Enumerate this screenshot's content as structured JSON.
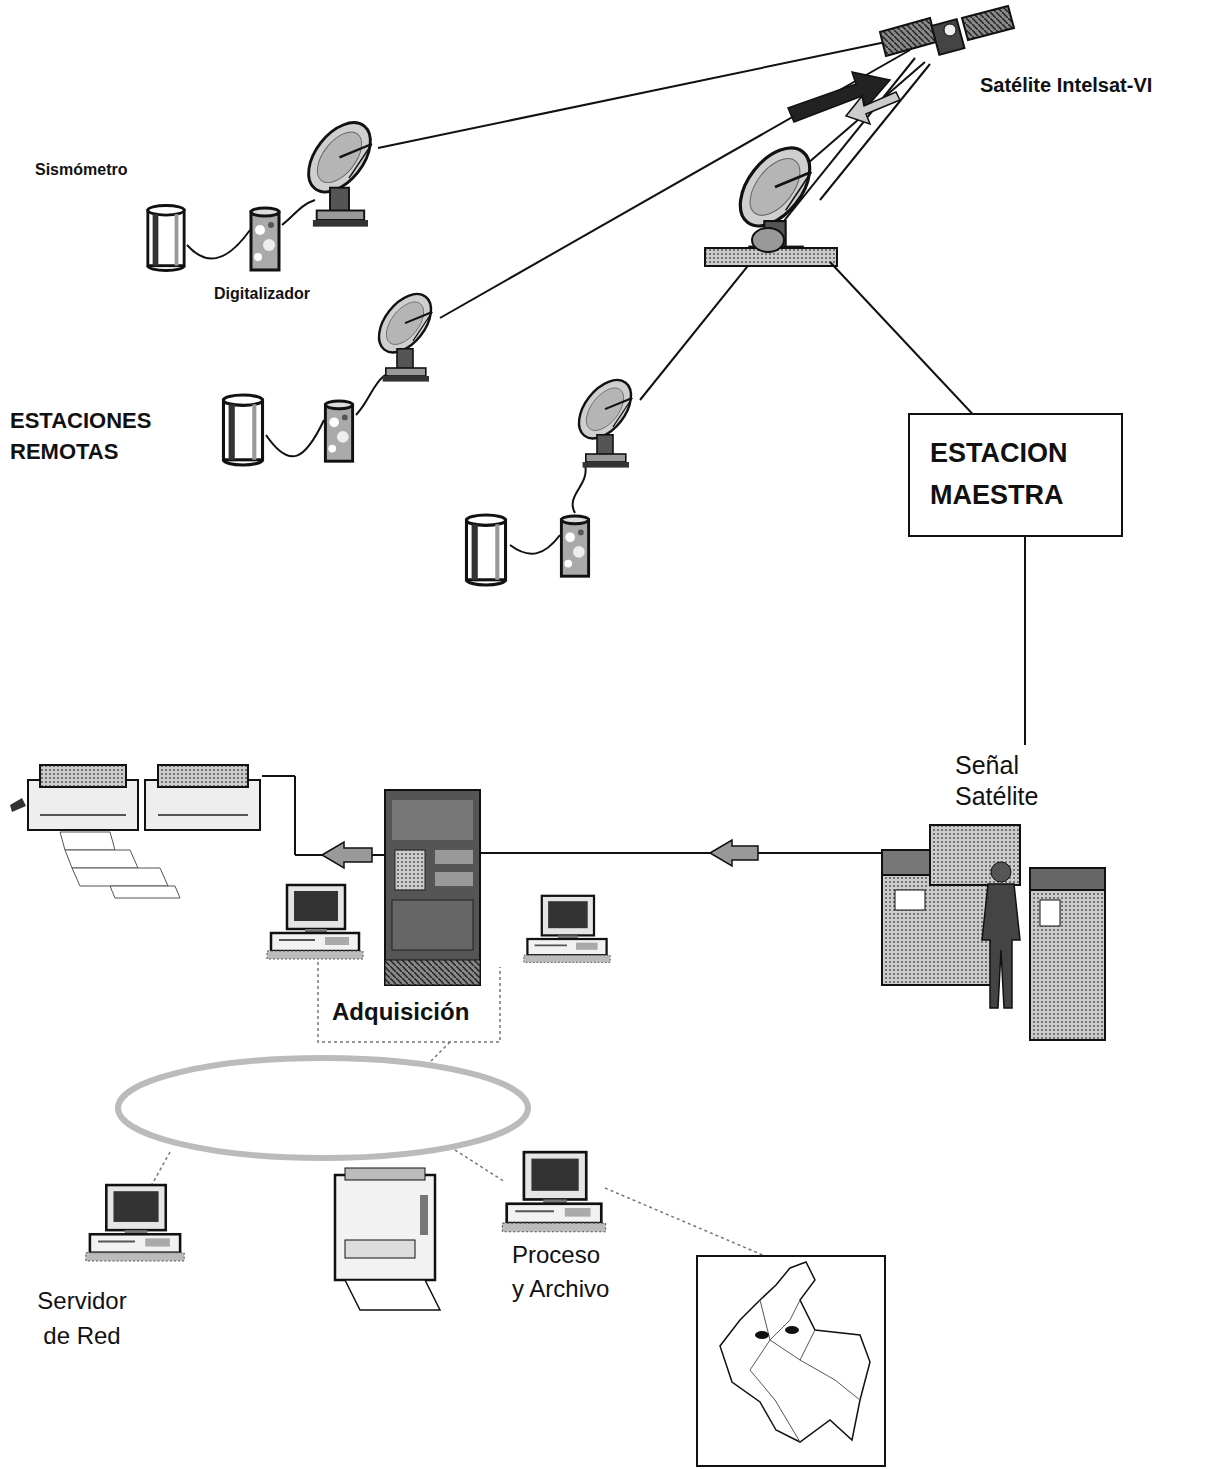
{
  "diagram": {
    "nodes": [
      {
        "text": [
          "ESTACION MAESTRA"
        ]
      }
    ],
    "labels": [
      "Satélite Intelsat-VI",
      "Sismómetro",
      "Digitalizador",
      "ESTACIONES REMOTAS",
      "Señal Satélite",
      "Adquisición",
      "Servidor de Red",
      "Proceso y Archivo"
    ]
  }
}
